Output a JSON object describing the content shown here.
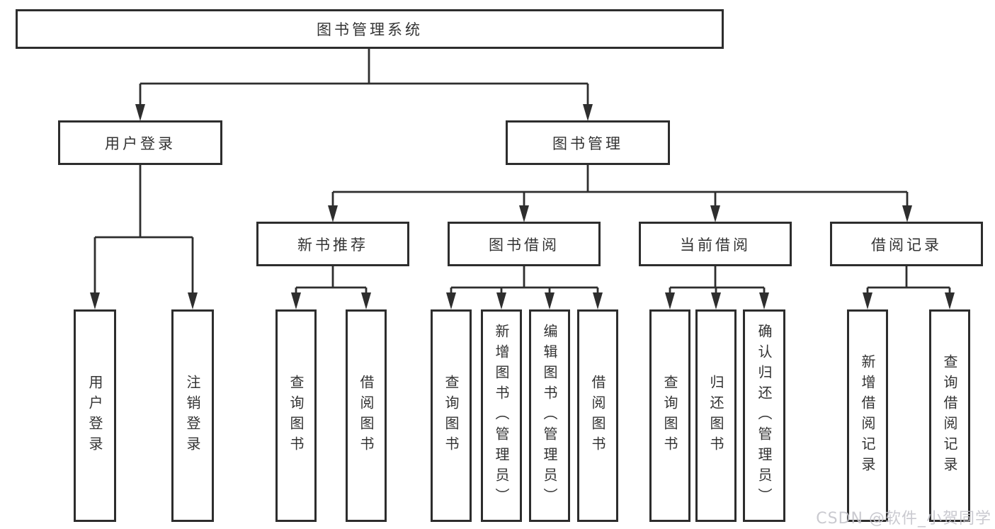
{
  "title": "图书管理系统",
  "watermark": "CSDN @软件_小贺同学",
  "colors": {
    "line": "#2e2e2e",
    "box_border": "#2d2d2d",
    "box_background": "#ffffff",
    "text": "#333333",
    "watermark": "#c3c3ca"
  },
  "tree": {
    "root": "图书管理系统",
    "children": [
      {
        "label": "用户登录",
        "children": [
          "用户登录",
          "注销登录"
        ]
      },
      {
        "label": "图书管理",
        "children": [
          {
            "label": "新书推荐",
            "children": [
              "查询图书",
              "借阅图书"
            ]
          },
          {
            "label": "图书借阅",
            "children": [
              "查询图书",
              "新增图书（管理员）",
              "编辑图书（管理员）",
              "借阅图书"
            ]
          },
          {
            "label": "当前借阅",
            "children": [
              "查询图书",
              "归还图书",
              "确认归还（管理员）"
            ]
          },
          {
            "label": "借阅记录",
            "children": [
              "新增借阅记录",
              "查询借阅记录"
            ]
          }
        ]
      }
    ]
  }
}
